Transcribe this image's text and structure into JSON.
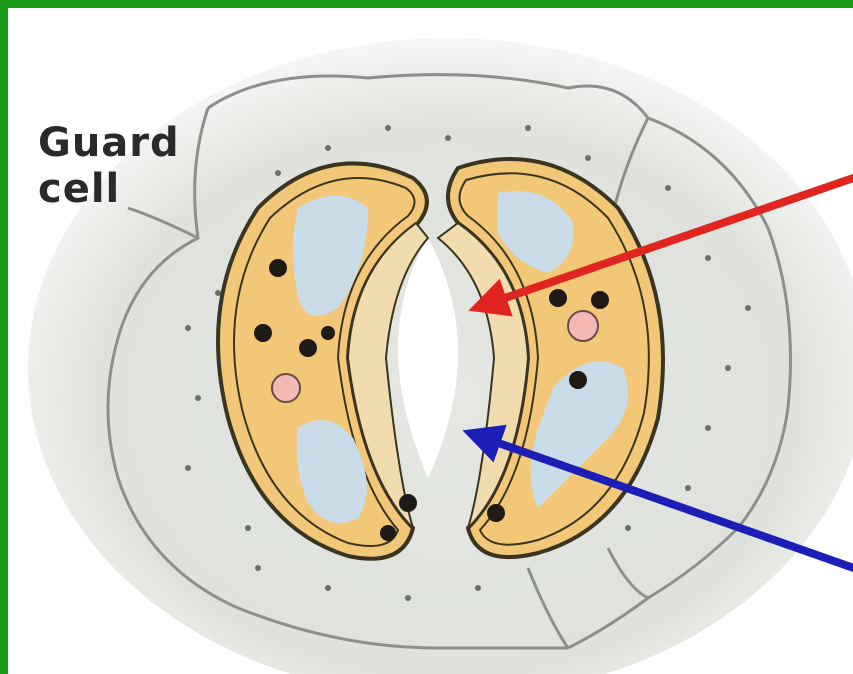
{
  "labels": {
    "guard_cell": "Guard\ncell"
  },
  "colors": {
    "frame_border": "#1a9a1a",
    "epidermis_background": "#e3e6e1",
    "cell_wall_lines": "#8c8f8b",
    "guard_cell_fill": "#f2c777",
    "guard_cell_outline": "#3a3520",
    "chloroplast_fill": "#c9dbe6",
    "stoma_pore": "#ffffff",
    "red_arrow": "#e0241f",
    "blue_arrow": "#1b1fb8"
  },
  "arrows": [
    {
      "name": "red-arrow",
      "color": "red"
    },
    {
      "name": "blue-arrow",
      "color": "blue"
    }
  ]
}
